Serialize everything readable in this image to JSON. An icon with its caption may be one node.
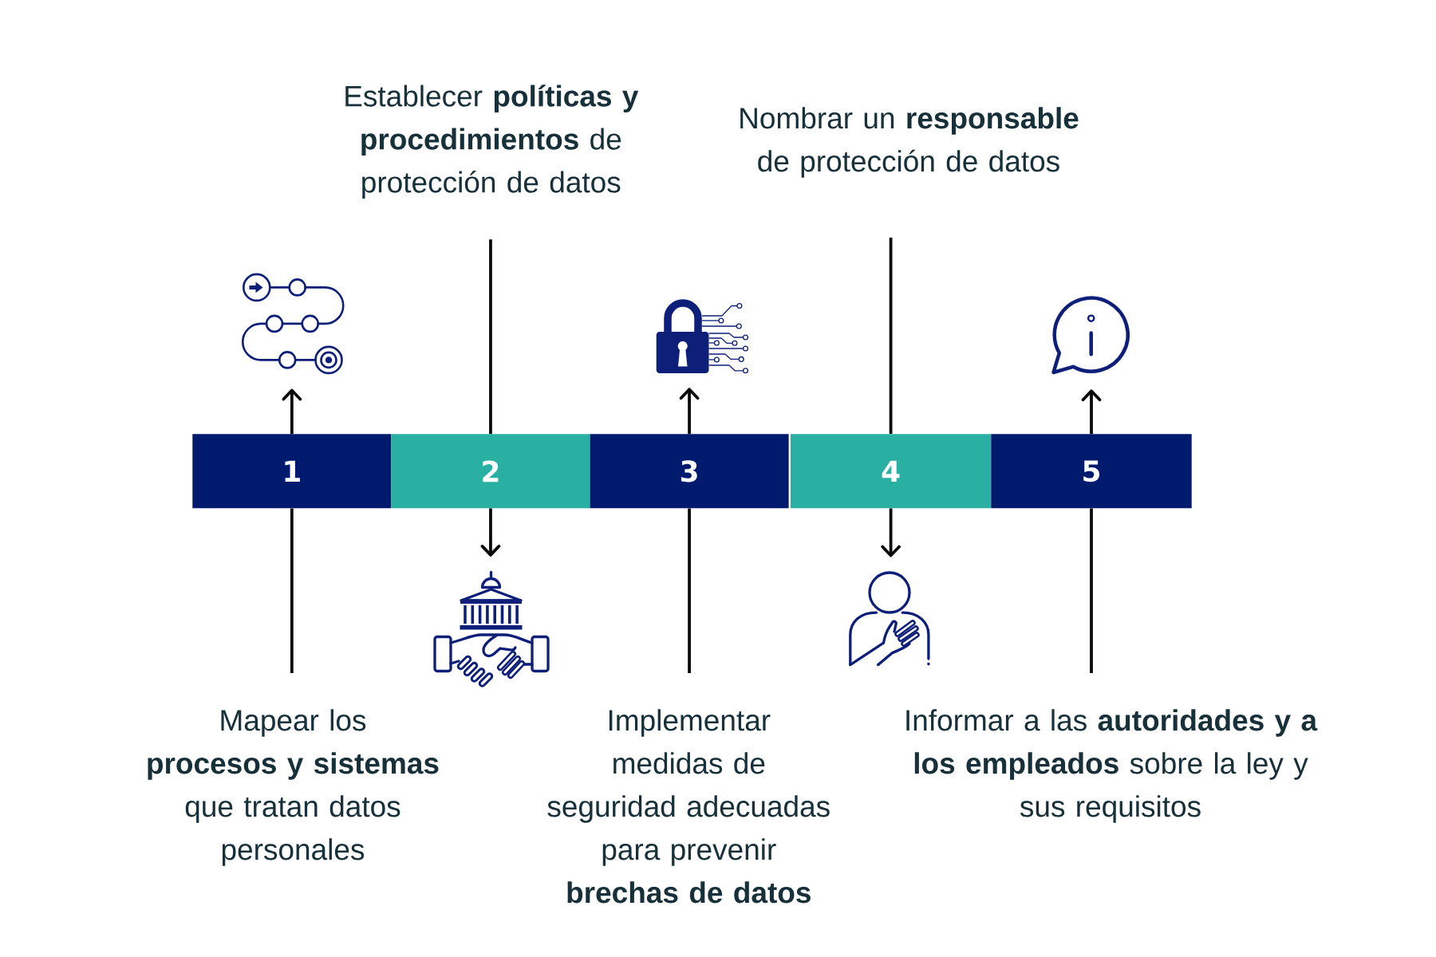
{
  "diagram": {
    "nodes": [
      {
        "text": [
          "Establecer **políticas y procedimientos** de protección de datos"
        ]
      },
      {
        "text": [
          "Nombrar un **responsable** de protección de datos"
        ]
      },
      {
        "text": [],
        "shape": "picture"
      },
      {
        "text": [],
        "shape": "picture"
      },
      {
        "text": [],
        "shape": "picture"
      },
      {
        "text": [
          "1"
        ]
      },
      {
        "text": [
          "2"
        ]
      },
      {
        "text": [
          "3"
        ]
      },
      {
        "text": [
          "4"
        ]
      },
      {
        "text": [
          "5"
        ]
      },
      {
        "text": [],
        "shape": "picture"
      },
      {
        "text": [],
        "shape": "picture"
      },
      {
        "text": [
          "Mapear los **procesos y sistemas** que tratan datos personales"
        ]
      },
      {
        "text": [
          "Implementar medidas de seguridad adecuadas para prevenir **brechas de datos**"
        ]
      },
      {
        "text": [
          "Informar a las **autoridades y a los empleados** sobre la ley y sus requisitos"
        ]
      }
    ],
    "edges": [
      {
        "from": 12,
        "to": 5,
        "arrow": "none"
      },
      {
        "from": 5,
        "to": 2,
        "arrow": "to"
      },
      {
        "from": 0,
        "to": 6,
        "arrow": "none"
      },
      {
        "from": 6,
        "to": 10,
        "arrow": "to"
      },
      {
        "from": 13,
        "to": 7,
        "arrow": "none"
      },
      {
        "from": 7,
        "to": 3,
        "arrow": "to"
      },
      {
        "from": 1,
        "to": 8,
        "arrow": "none"
      },
      {
        "from": 8,
        "to": 11,
        "arrow": "to"
      },
      {
        "from": 14,
        "to": 9,
        "arrow": "none"
      },
      {
        "from": 9,
        "to": 4,
        "arrow": "to"
      }
    ]
  }
}
